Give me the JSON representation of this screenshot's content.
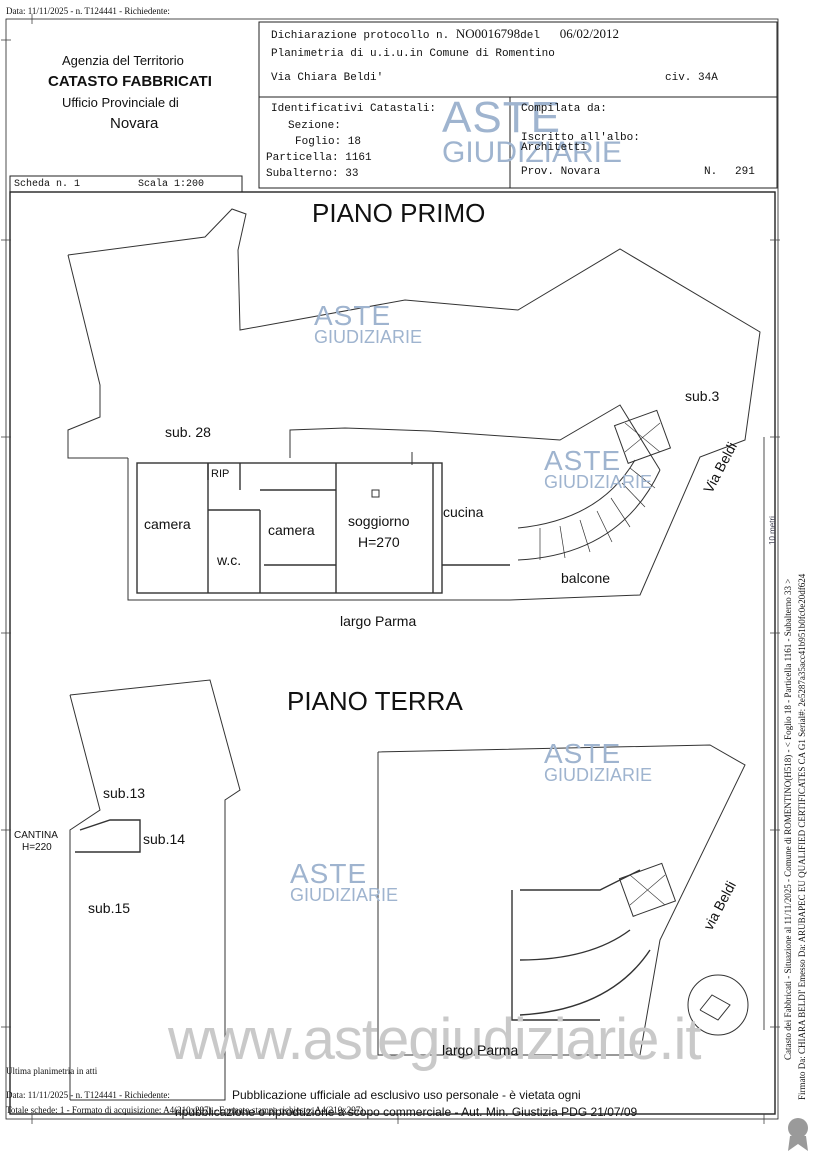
{
  "header": {
    "top_line": "Data: 11/11/2025 - n. T124441 - Richiedente:"
  },
  "agency": {
    "line1": "Agenzia del Territorio",
    "line2": "CATASTO FABBRICATI",
    "line3": "Ufficio Provinciale di",
    "line4": "Novara"
  },
  "protocol": {
    "label": "Dichiarazione protocollo n.",
    "number": "NO0016798",
    "del": "del",
    "date": "06/02/2012",
    "planimetria": "Planimetria di u.i.u.in Comune di Romentino",
    "street": "Via Chiara Beldi'",
    "civ": "civ. 34A"
  },
  "identificativi": {
    "title": "Identificativi Catastali:",
    "sezione": "Sezione:",
    "foglio": "Foglio: 18",
    "particella": "Particella: 1161",
    "subalterno": "Subalterno: 33"
  },
  "compilata": {
    "title": "Compilata da:",
    "iscritto": "Iscritto all'albo:",
    "albo": "Architetti",
    "prov": "Prov. Novara",
    "n_label": "N.",
    "n_value": "291"
  },
  "scheda": {
    "label": "Scheda n. 1",
    "scala": "Scala 1:200"
  },
  "floors": {
    "primo": "PIANO PRIMO",
    "terra": "PIANO TERRA"
  },
  "rooms": {
    "sub28": "sub. 28",
    "sub3": "sub.3",
    "rip": "RIP",
    "camera1": "camera",
    "wc": "w.c.",
    "camera2": "camera",
    "soggiorno": "soggiorno",
    "height": "H=270",
    "cucina": "cucina",
    "balcone": "balcone",
    "via_beldi_1": "Via Beldi",
    "largo_parma_1": "largo Parma",
    "sub13": "sub.13",
    "sub14": "sub.14",
    "sub15": "sub.15",
    "cantina": "CANTINA",
    "cantina_h": "H=220",
    "via_beldi_2": "via Beldi",
    "largo_parma_2": "largo Parma"
  },
  "watermark": {
    "aste": "ASTE",
    "giudiziarie": "GIUDIZIARIE",
    "site": "www.astegiudiziarie.it"
  },
  "footer": {
    "ultima": "Ultima planimetria in atti",
    "data_line": "Data: 11/11/2025 - n. T124441 - Richiedente:",
    "totale": "Totale schede: 1 - Formato di acquisizione: A4(210x297) - Formato stampa richiesto: A4(210x297)",
    "pub1": "Pubblicazione ufficiale ad esclusivo uso personale - è vietata ogni",
    "pub2": "ripubblicazione o riproduzione a scopo commerciale - Aut. Min. Giustizia PDG 21/07/09"
  },
  "side": {
    "line1": "Catasto dei Fabbricati - Situazione al 11/11/2025 - Comune di ROMENTINO(H518) - < Foglio 18 - Particella 1161 - Subalterno 33 >",
    "line2": "Firmato Da: CHIARA BELDI' Emesso Da: ARUBAPEC EU QUALIFIED CERTIFICATES CA G1 Serial#: 2e5287a35acc41b951b0fc0e20df624",
    "scale_mark": "10 metri"
  }
}
